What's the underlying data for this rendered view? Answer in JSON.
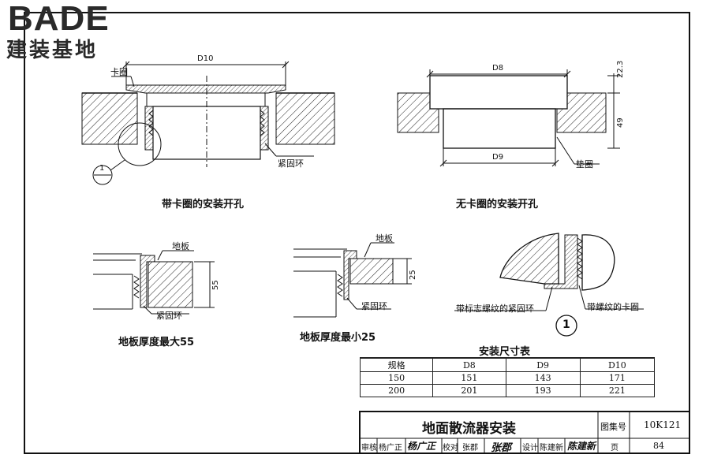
{
  "logo": {
    "latin": "BADE",
    "chinese": "建装基地"
  },
  "drawing1": {
    "dim_top": "D10",
    "label_ring": "卡圈",
    "label_tight": "紧固环",
    "detail_ref_num": "1",
    "caption": "带卡圈的安装开孔"
  },
  "drawing2": {
    "dim_top": "D8",
    "dim_bottom": "D9",
    "dim_right_a": "22.3",
    "dim_right_b": "49",
    "label_gasket": "垫圈",
    "caption": "无卡圈的安装开孔"
  },
  "drawing3": {
    "label_floor": "地板",
    "dim": "55",
    "label_tight": "紧固环",
    "caption": "地板厚度最大55"
  },
  "drawing4": {
    "label_floor": "地板",
    "dim": "25",
    "label_tight": "紧固环",
    "caption": "地板厚度最小25"
  },
  "detail": {
    "label_left": "带标志螺纹的紧固环",
    "label_right": "带螺纹的卡圈",
    "number": "1"
  },
  "spec_table": {
    "title": "安装尺寸表",
    "headers": [
      "规格",
      "D8",
      "D9",
      "D10"
    ],
    "rows": [
      [
        "150",
        "151",
        "143",
        "171"
      ],
      [
        "200",
        "201",
        "193",
        "221"
      ]
    ]
  },
  "title_block": {
    "title": "地面散流器安装",
    "atlas_label": "图集号",
    "atlas_no": "10K121",
    "review_label": "审核",
    "review_name": "杨广正",
    "review_sign": "杨广正",
    "check_label": "校对",
    "check_name": "张郡",
    "check_sign": "张郡",
    "design_label": "设计",
    "design_name": "陈建新",
    "design_sign": "陈建新",
    "page_label": "页",
    "page_no": "84"
  }
}
